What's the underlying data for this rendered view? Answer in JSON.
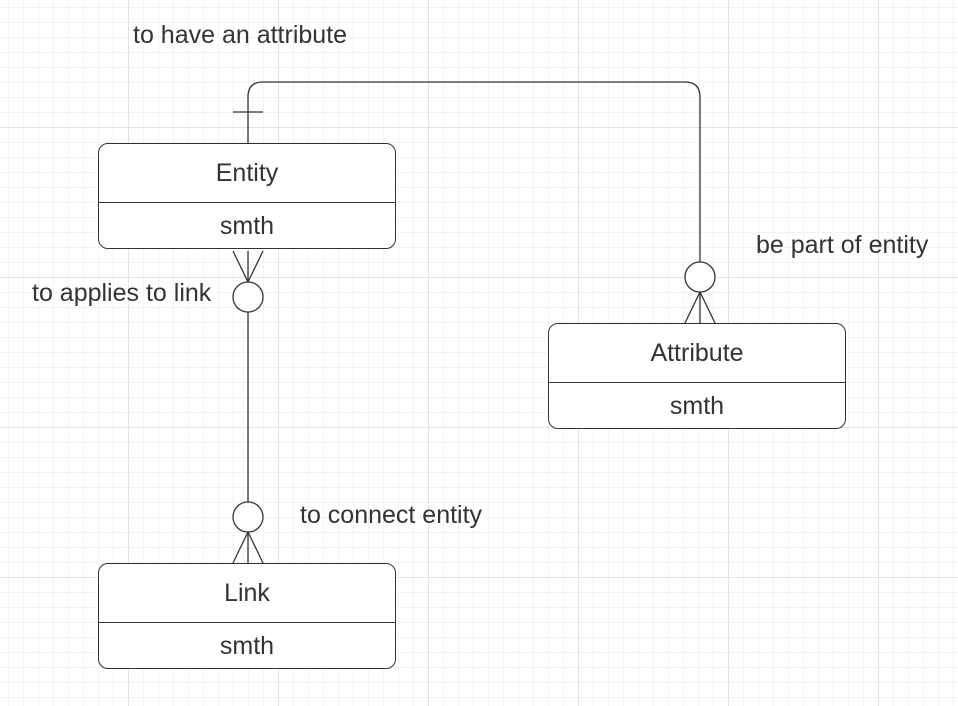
{
  "diagram": {
    "entities": [
      {
        "id": "entity",
        "name": "Entity",
        "attribute": "smth"
      },
      {
        "id": "attribute",
        "name": "Attribute",
        "attribute": "smth"
      },
      {
        "id": "link",
        "name": "Link",
        "attribute": "smth"
      }
    ],
    "relationships": [
      {
        "from": "entity",
        "to": "attribute",
        "label_from": "to have an attribute",
        "label_to": "be part of entity",
        "cardinality_from": "one",
        "cardinality_to": "zero-or-many"
      },
      {
        "from": "entity",
        "to": "link",
        "label_from": "to applies to link",
        "label_to": "to connect entity",
        "cardinality_from": "zero-or-many",
        "cardinality_to": "zero-or-many"
      }
    ],
    "labels": {
      "have_attribute": "to have an attribute",
      "part_of_entity": "be part of entity",
      "applies_to_link": "to applies to link",
      "connect_entity": "to connect entity"
    },
    "colors": {
      "stroke": "#333333",
      "text": "#333333",
      "background": "#ffffff",
      "grid": "#e3e3e3"
    }
  }
}
